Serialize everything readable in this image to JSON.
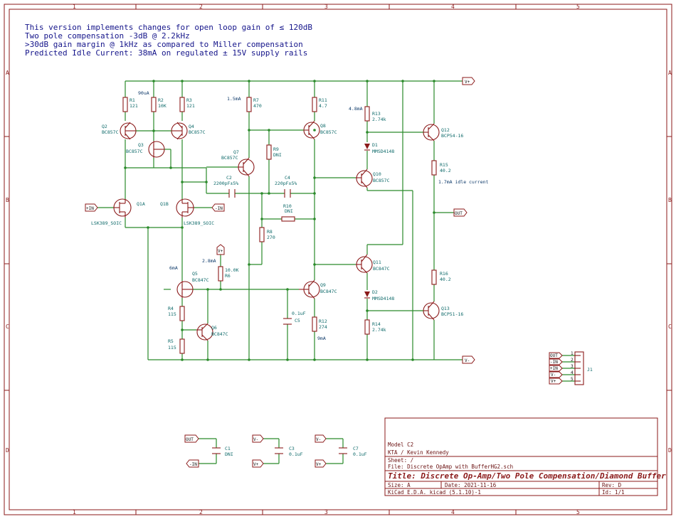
{
  "notes": [
    "This version implements changes for open loop gain of ≤ 120dB",
    "Two pole compensation -3dB @ 2.2kHz",
    ">30dB gain margin @ 1kHz as compared to Miller compensation",
    "Predicted Idle Current: 38mA on regulated ± 15V supply rails"
  ],
  "frame": {
    "cols": [
      "1",
      "2",
      "3",
      "4",
      "5"
    ],
    "rows": [
      "A",
      "B",
      "C",
      "D"
    ]
  },
  "title_block": {
    "company": "Model C2",
    "author": "KTA / Kevin Kennedy",
    "sheet": "Sheet: /",
    "file": "File: Discrete OpAmp with BufferHG2.sch",
    "title": "Title: Discrete Op-Amp/Two Pole Compensation/Diamond Buffer",
    "size": "Size: A",
    "date": "Date: 2021-11-16",
    "rev": "Rev: D",
    "tool": "KiCad E.D.A.  kicad (5.1.10)-1",
    "id": "Id: 1/1"
  },
  "net_labels": {
    "vplus": "V+",
    "vminus": "V-",
    "in_plus": "+IN",
    "in_minus": "-IN",
    "out": "OUT"
  },
  "annotations": {
    "i_90ua": "90uA",
    "i_1_5ma": "1.5mA",
    "i_4_8ma": "4.8mA",
    "i_idle": "1.7mA idle current",
    "i_6ma": "6mA",
    "i_2_8ma": "2.8mA",
    "i_9ma": "9mA"
  },
  "components": {
    "R1": [
      "R1",
      "121"
    ],
    "R2": [
      "R2",
      "10K"
    ],
    "R3": [
      "R3",
      "121"
    ],
    "R7": [
      "R7",
      "470"
    ],
    "R11": [
      "R11",
      "4.7"
    ],
    "R13": [
      "R13",
      "2.74k"
    ],
    "R9": [
      "R9",
      "DNI"
    ],
    "R15": [
      "R15",
      "40.2"
    ],
    "R10": [
      "R10",
      "DNI"
    ],
    "R8": [
      "R8",
      "270"
    ],
    "R6": [
      "10.0K",
      "R6"
    ],
    "R4": [
      "R4",
      "115"
    ],
    "R5": [
      "R5",
      "115"
    ],
    "R12": [
      "R12",
      "274"
    ],
    "R14": [
      "R14",
      "2.74k"
    ],
    "R16": [
      "R16",
      "40.2"
    ],
    "Q2": [
      "Q2",
      "BC857C"
    ],
    "Q3": [
      "Q3",
      "BC857C"
    ],
    "Q4": [
      "Q4",
      "BC857C"
    ],
    "Q7": [
      "Q7",
      "BC857C"
    ],
    "Q8": [
      "Q8",
      "BC857C"
    ],
    "Q10": [
      "Q10",
      "BC857C"
    ],
    "Q12": [
      "Q12",
      "BCP54-16"
    ],
    "Q1A": [
      "Q1A",
      "LSK389_SOIC"
    ],
    "Q1B": [
      "Q1B",
      "LSK389_SOIC"
    ],
    "Q5": [
      "Q5",
      "BC847C"
    ],
    "Q6": [
      "Q6",
      "BC847C"
    ],
    "Q9": [
      "Q9",
      "BC847C"
    ],
    "Q11": [
      "Q11",
      "BC847C"
    ],
    "Q13": [
      "Q13",
      "BCP51-16"
    ],
    "D1": [
      "D1",
      "MMSD4148"
    ],
    "D2": [
      "D2",
      "MMSD4148"
    ],
    "C2": [
      "C2",
      "2200pF±5%"
    ],
    "C4": [
      "C4",
      "220pF±5%"
    ],
    "C5": [
      "0.1uF",
      "C5"
    ],
    "C1": [
      "C1",
      "DNI"
    ],
    "C3": [
      "C3",
      "0.1uF"
    ],
    "C7": [
      "C7",
      "0.1uF"
    ],
    "J1": [
      "J1"
    ]
  },
  "connector_pins": [
    "1",
    "2",
    "3",
    "4",
    "5"
  ],
  "connector_labels": [
    "OUT",
    "-IN",
    "+IN",
    "V-",
    "V+"
  ]
}
